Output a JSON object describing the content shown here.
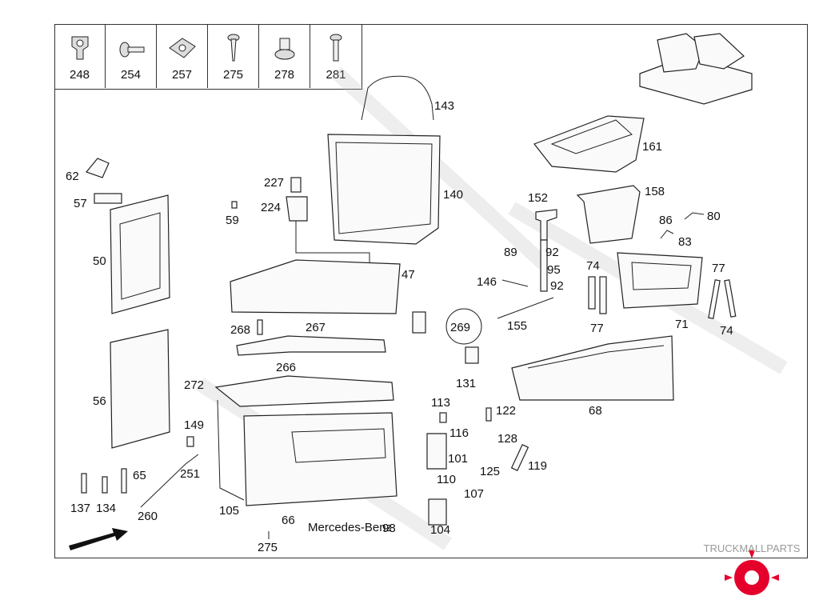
{
  "legend": [
    {
      "num": "248",
      "icon": "clip-icon"
    },
    {
      "num": "254",
      "icon": "flat-screw-icon"
    },
    {
      "num": "257",
      "icon": "clip-nut-icon"
    },
    {
      "num": "275",
      "icon": "tapping-screw-icon"
    },
    {
      "num": "278",
      "icon": "expansion-nut-icon"
    },
    {
      "num": "281",
      "icon": "bolt-icon"
    }
  ],
  "labels": {
    "l143": "143",
    "l140": "140",
    "l161": "161",
    "l62": "62",
    "l57": "57",
    "l227": "227",
    "l224": "224",
    "l59": "59",
    "l152": "152",
    "l158": "158",
    "l86": "86",
    "l80": "80",
    "l83": "83",
    "l50": "50",
    "l47": "47",
    "l89": "89",
    "l92a": "92",
    "l95": "95",
    "l92b": "92",
    "l146": "146",
    "l74a": "74",
    "l77a": "77",
    "l77b": "77",
    "l71": "71",
    "l74b": "74",
    "l155": "155",
    "l268": "268",
    "l267": "267",
    "l269": "269",
    "l266": "266",
    "l131": "131",
    "l56": "56",
    "l272": "272",
    "l113": "113",
    "l122": "122",
    "l68": "68",
    "l116": "116",
    "l128": "128",
    "l149": "149",
    "l101": "101",
    "l119": "119",
    "l125": "125",
    "l251": "251",
    "l65": "65",
    "l110": "110",
    "l107": "107",
    "l137": "137",
    "l134": "134",
    "l260": "260",
    "l105": "105",
    "l66": "66",
    "l98": "98",
    "l104": "104",
    "l275": "275"
  },
  "brand_text": "Mercedes-Benz",
  "logo_text": "TRUCKMALLPARTS",
  "logo_colors": {
    "accent": "#e4002b",
    "text": "#9a9a9a"
  }
}
